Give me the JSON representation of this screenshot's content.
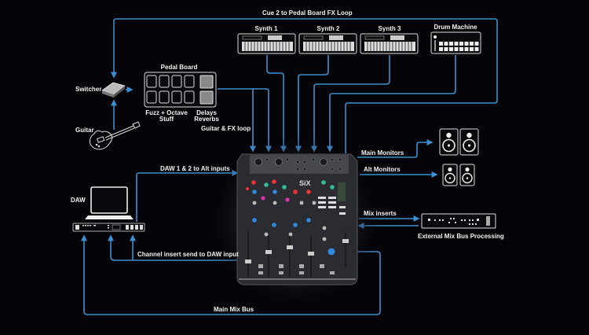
{
  "title_route": "Cue 2 to Pedal Board FX Loop",
  "devices": {
    "synth1": "Synth 1",
    "synth2": "Synth 2",
    "synth3": "Synth 3",
    "drum_machine": "Drum Machine",
    "pedal_board": "Pedal Board",
    "pedal_group_1": [
      "Fuzz + Octave",
      "Stuff"
    ],
    "pedal_group_2": [
      "Delays",
      "Reverbs"
    ],
    "switcher": "Switcher",
    "guitar": "Guitar",
    "daw": "DAW",
    "mixer_brand": "SiX",
    "external_processing": "External Mix Bus Processing"
  },
  "routes": {
    "guitar_fx_loop": "Guitar & FX loop",
    "daw_alt_inputs": "DAW 1 & 2 to Alt inputs",
    "channel_insert": "Channel insert send to DAW input",
    "main_mix_bus": "Main Mix Bus",
    "main_monitors": "Main Monitors",
    "alt_monitors": "Alt Monitors",
    "mix_inserts": "Mix inserts"
  },
  "colors": {
    "background": "#050409",
    "cable": "#3d8fd0",
    "outline": "#e6e6e6",
    "mixer_body": "#2b2c31"
  }
}
